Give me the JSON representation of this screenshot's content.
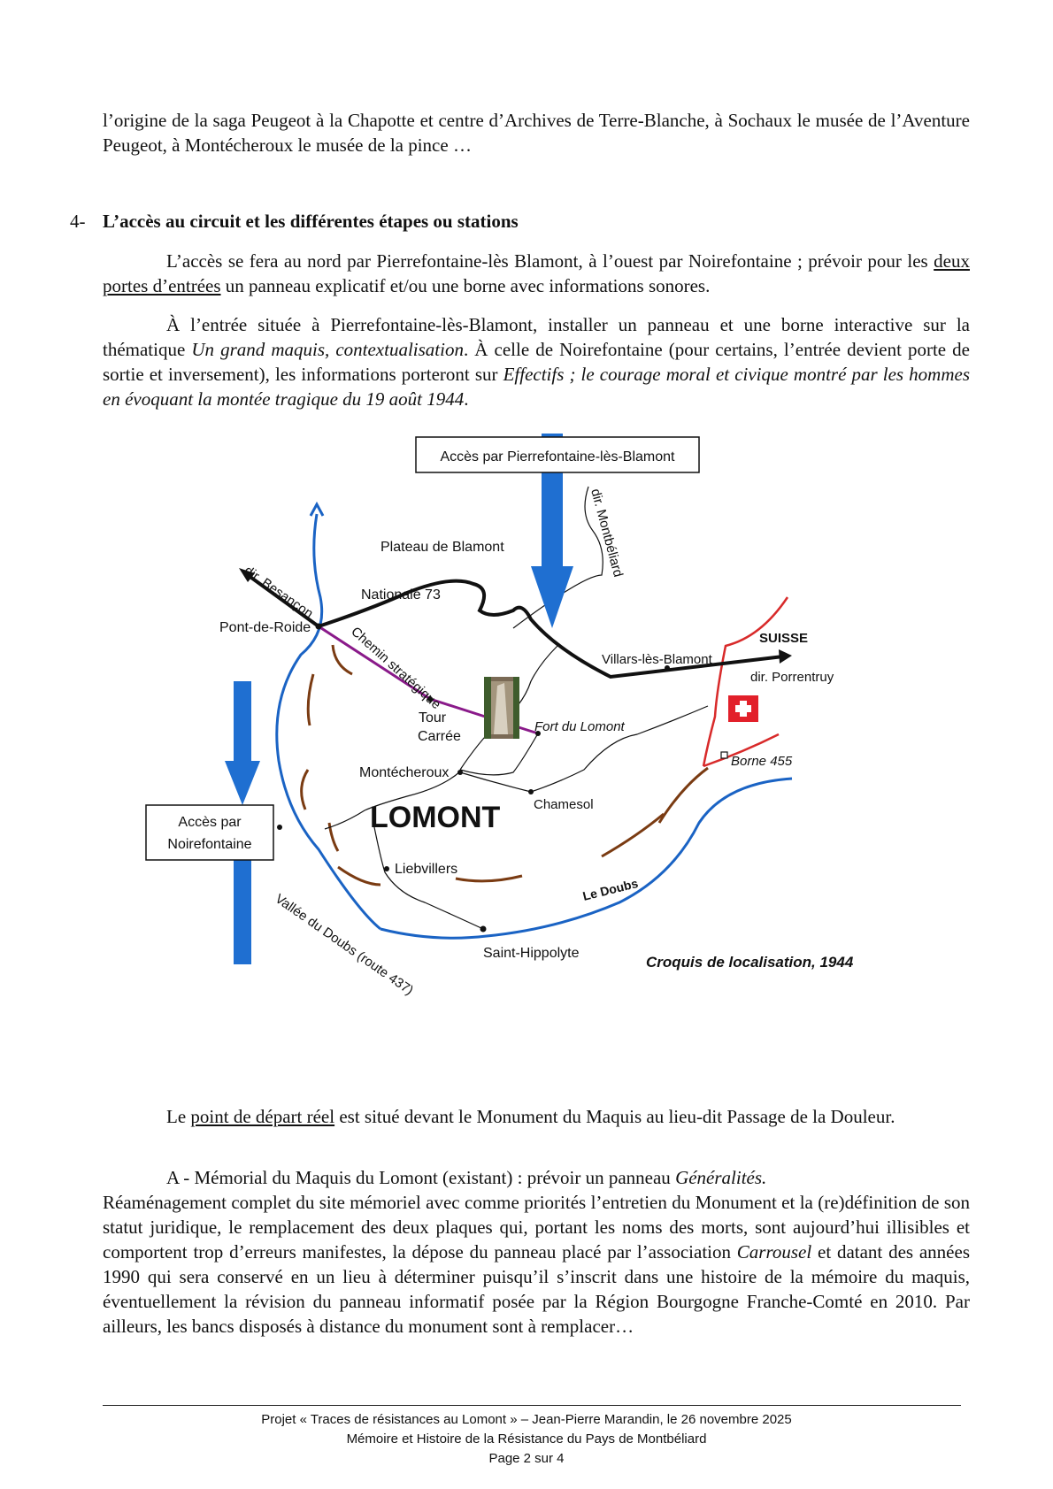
{
  "intro": {
    "text": "l’origine de la saga Peugeot à la Chapotte et centre d’Archives de Terre-Blanche, à Sochaux le musée de l’Aventure Peugeot, à Montécheroux le musée de la pince …"
  },
  "section": {
    "number": "4-",
    "title": "L’accès au circuit et les différentes étapes ou stations"
  },
  "para_access": {
    "part1": "L’accès se fera au nord par Pierrefontaine-lès Blamont, à l’ouest par Noirefontaine ; prévoir pour les ",
    "underlined": "deux portes d’entrées",
    "part2": " un panneau explicatif et/ou une borne avec informations sonores."
  },
  "para_entry": {
    "part1": "À l’entrée située à Pierrefontaine-lès-Blamont, installer un panneau et une borne interactive sur la thématique ",
    "italic1": "Un grand maquis, contextualisation",
    "part2": ". À celle de Noirefontaine (pour certains, l’entrée devient porte de sortie et inversement), les informations porteront sur ",
    "italic2": "Effectifs ; le courage moral et civique montré par les hommes en évoquant la montée tragique du 19 août 1944",
    "part3": "."
  },
  "map": {
    "caption": "Croquis de localisation, 1944",
    "access_north": "Accès par Pierrefontaine-lès-Blamont",
    "access_west_line1": "Accès par",
    "access_west_line2": "Noirefontaine",
    "plateau": "Plateau de Blamont",
    "nationale": "Nationale 73",
    "dir_besancon": "dir. Besançon",
    "dir_montbeliard": "dir. Montbéliard",
    "dir_porrentruy": "dir. Porrentruy",
    "suisse": "SUISSE",
    "pont_de_roide": "Pont-de-Roide",
    "chemin": "Chemin stratégique",
    "tour_line1": "Tour",
    "tour_line2": "Carrée",
    "fort": "Fort du Lomont",
    "villars": "Villars-lès-Blamont",
    "borne": "Borne 455",
    "montecheroux": "Montécheroux",
    "lomont": "LOMONT",
    "chamesol": "Chamesol",
    "liebvillers": "Liebvillers",
    "doubs": "Le Doubs",
    "vallee": "Vallée du Doubs (route 437)",
    "saint_hippolyte": "Saint-Hippolyte",
    "colors": {
      "arrow_blue": "#1f6fd1",
      "river_blue": "#1a63c4",
      "road_black": "#111111",
      "path_purple": "#8a1a8a",
      "ridge_brown": "#7a3b12",
      "border_red": "#d82a2a",
      "swiss_red": "#e2202a"
    }
  },
  "para_start": {
    "part1": "Le ",
    "underlined": "point de départ réel",
    "part2": " est situé devant le Monument du Maquis au lieu-dit Passage de la Douleur."
  },
  "para_memorial": {
    "part1": "A - Mémorial du Maquis du Lomont (existant) : prévoir un panneau ",
    "italic1": "Généralités.",
    "part2": "Réaménagement complet du site mémoriel avec comme priorités l’entretien du Monument et la (re)définition de son statut juridique, le remplacement des deux plaques qui, portant les noms des morts, sont aujourd’hui illisibles et comportent trop d’erreurs manifestes, la dépose du panneau placé par l’association ",
    "italic2": "Carrousel",
    "part3": " et datant des années 1990 qui sera conservé en un lieu à déterminer puisqu’il s’inscrit dans une histoire de la mémoire du maquis, éventuellement la révision du panneau informatif posée par la Région Bourgogne Franche-Comté en 2010. Par ailleurs, les bancs disposés à distance du monument sont à remplacer…"
  },
  "footer": {
    "line1": "Projet « Traces de résistances au Lomont » – Jean-Pierre Marandin, le 26 novembre 2025",
    "line2": "Mémoire et Histoire de la Résistance du Pays de Montbéliard",
    "line3": "Page 2 sur 4"
  }
}
